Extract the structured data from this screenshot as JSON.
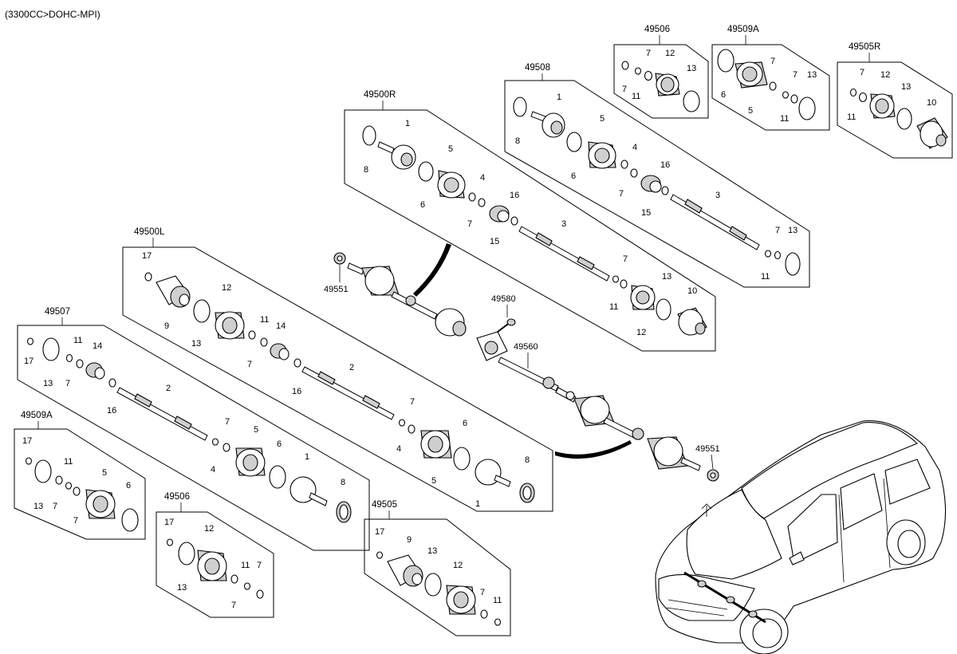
{
  "header": {
    "engine_spec": "(3300CC>DOHC-MPI)"
  },
  "groups": {
    "g49506_top": "49506",
    "g49509A_top": "49509A",
    "g49505R": "49505R",
    "g49508": "49508",
    "g49500R": "49500R",
    "g49500L": "49500L",
    "g49507": "49507",
    "g49509A_left": "49509A",
    "g49506_bottom": "49506",
    "g49505": "49505"
  },
  "callouts": {
    "c49551_top": "49551",
    "c49580": "49580",
    "c49560": "49560",
    "c49551_bottom": "49551"
  },
  "parts": {
    "p1": "1",
    "p2": "2",
    "p3": "3",
    "p4": "4",
    "p5": "5",
    "p6": "6",
    "p7": "7",
    "p8": "8",
    "p9": "9",
    "p10": "10",
    "p11": "11",
    "p12": "12",
    "p13": "13",
    "p14": "14",
    "p15": "15",
    "p16": "16",
    "p17": "17"
  },
  "icons": {
    "cv_joint": "cv-joint-icon",
    "boot": "boot-icon",
    "ring": "ring-icon",
    "clamp": "clamp-icon",
    "shaft": "shaft-icon",
    "bolt": "bolt-icon",
    "nut": "nut-icon",
    "vehicle": "minivan-icon"
  }
}
